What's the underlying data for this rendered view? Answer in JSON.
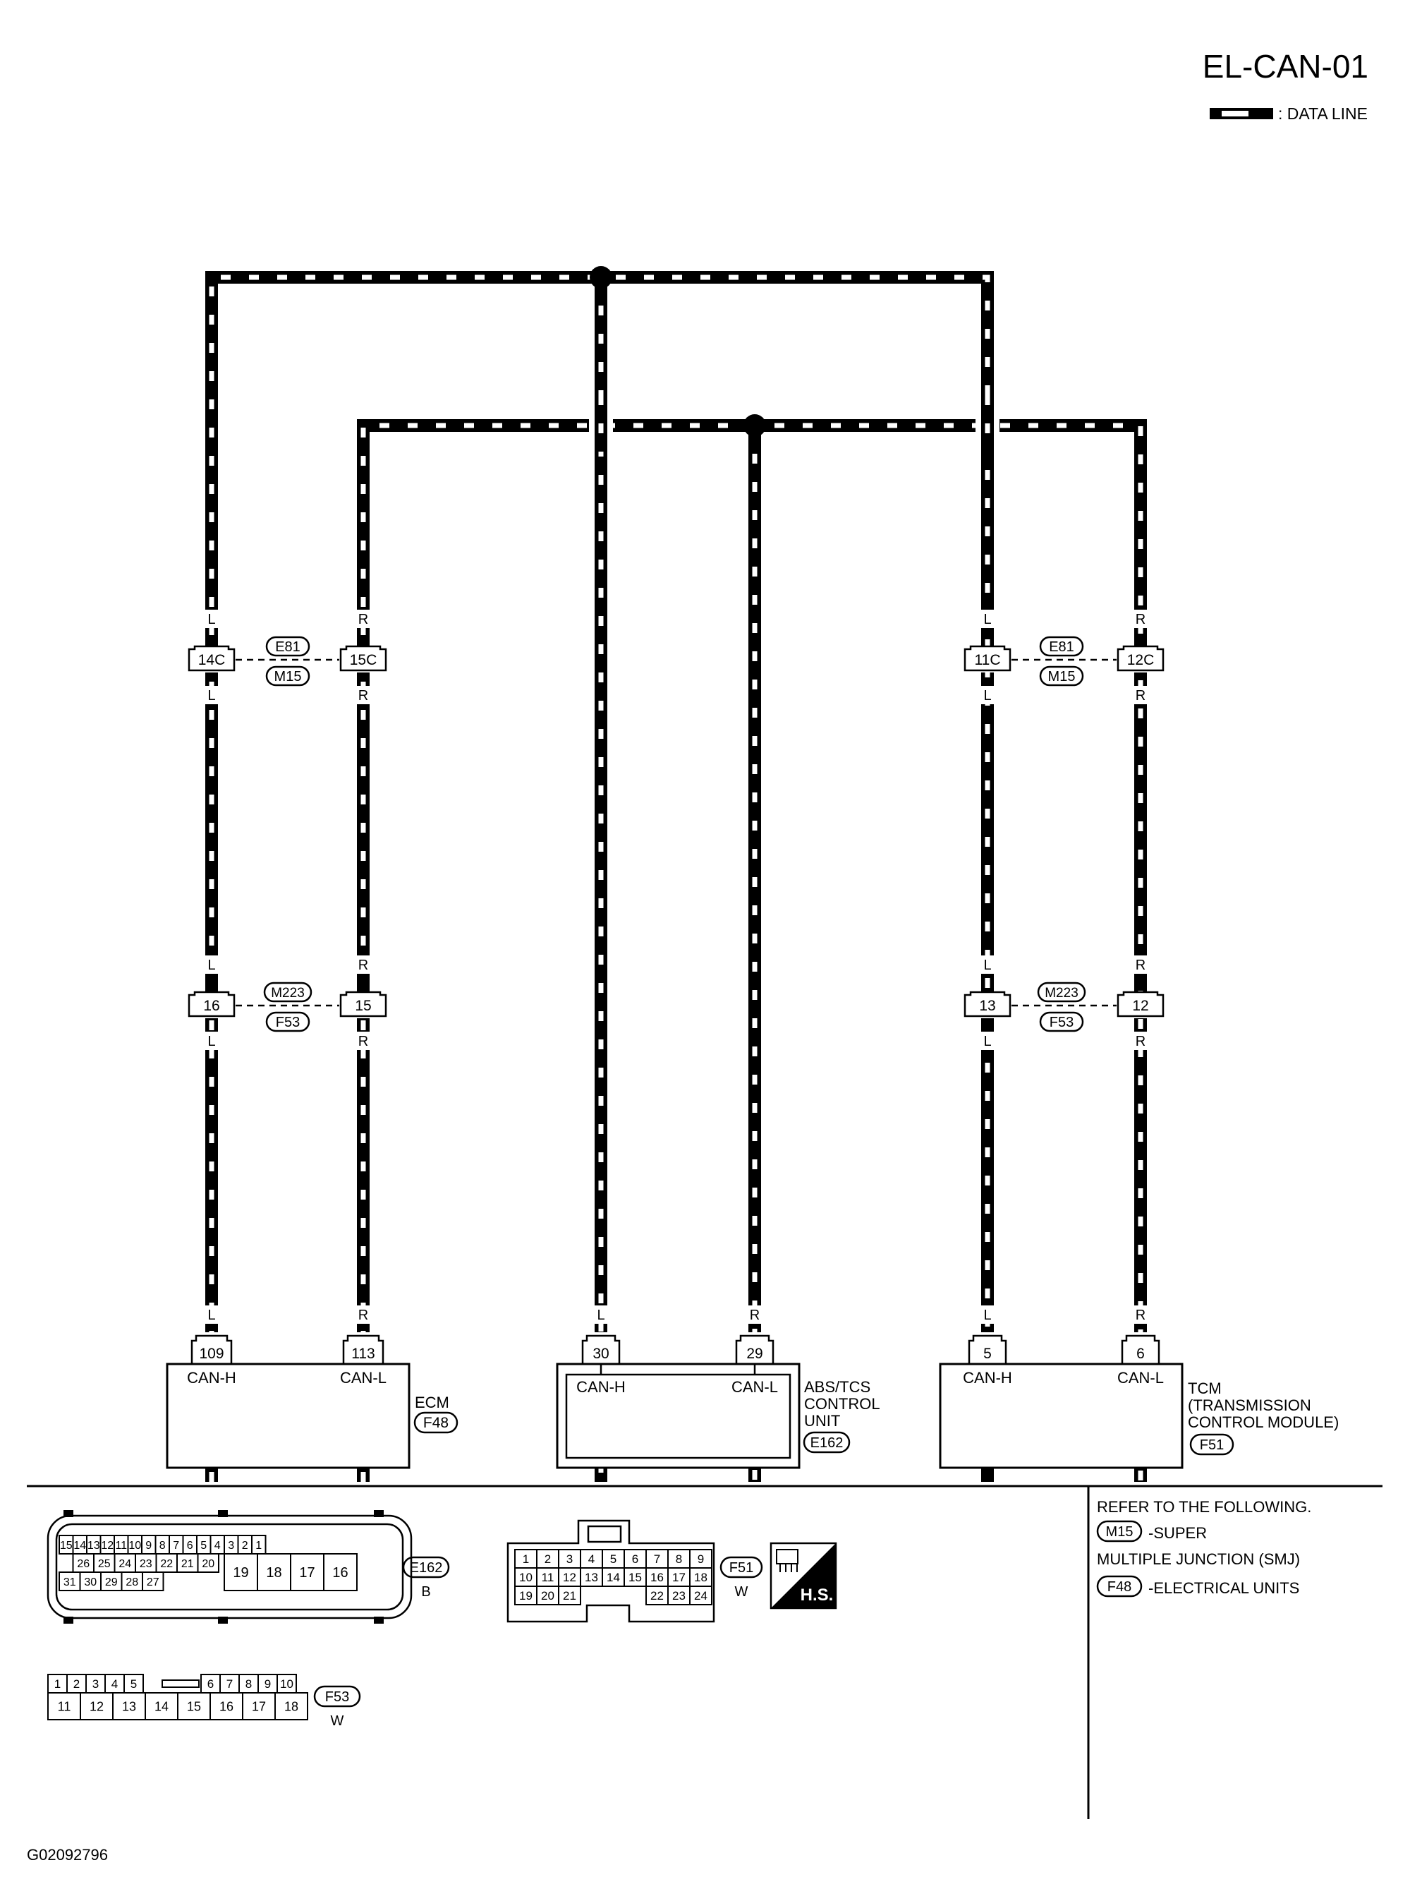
{
  "diagram_id": "EL-CAN-01",
  "legend": {
    "data_line": ": DATA LINE"
  },
  "figure_code": "G02092796",
  "wire_colors": {
    "left": "L",
    "right": "R"
  },
  "joint_connectors": [
    {
      "pins": [
        "14C",
        "15C",
        "11C",
        "12C"
      ],
      "code_top": "E81",
      "code_bottom": "M15"
    },
    {
      "pins": [
        "16",
        "15",
        "13",
        "12"
      ],
      "code_top": "M223",
      "code_bottom": "F53"
    }
  ],
  "units": [
    {
      "pin_h": "109",
      "pin_l": "113",
      "label_h": "CAN-H",
      "label_l": "CAN-L",
      "name_lines": [
        "ECM"
      ],
      "connector": "F48"
    },
    {
      "pin_h": "30",
      "pin_l": "29",
      "label_h": "CAN-H",
      "label_l": "CAN-L",
      "name_lines": [
        "ABS/TCS",
        "CONTROL",
        "UNIT"
      ],
      "connector": "E162"
    },
    {
      "pin_h": "5",
      "pin_l": "6",
      "label_h": "CAN-H",
      "label_l": "CAN-L",
      "name_lines": [
        "TCM",
        "(TRANSMISSION",
        "CONTROL MODULE)"
      ],
      "connector": "F51"
    }
  ],
  "connector_views": {
    "e162": {
      "code": "E162",
      "color": "B",
      "row1": [
        "15",
        "14",
        "13",
        "12",
        "11",
        "10",
        "9",
        "8",
        "7",
        "6",
        "5",
        "4",
        "3",
        "2",
        "1"
      ],
      "row2": [
        "26",
        "25",
        "24",
        "23",
        "22",
        "21",
        "20"
      ],
      "row3": [
        "31",
        "30",
        "29",
        "28",
        "27"
      ],
      "big": [
        "19",
        "18",
        "17",
        "16"
      ]
    },
    "f51": {
      "code": "F51",
      "color": "W",
      "hs_label": "H.S.",
      "row1": [
        "1",
        "2",
        "3",
        "4",
        "5",
        "6",
        "7",
        "8",
        "9"
      ],
      "row2": [
        "10",
        "11",
        "12",
        "13",
        "14",
        "15",
        "16",
        "17",
        "18"
      ],
      "row3a": [
        "19",
        "20",
        "21"
      ],
      "row3b": [
        "22",
        "23",
        "24"
      ]
    },
    "f53": {
      "code": "F53",
      "color": "W",
      "row1a": [
        "1",
        "2",
        "3",
        "4",
        "5"
      ],
      "row1b": [
        "6",
        "7",
        "8",
        "9",
        "10"
      ],
      "row2": [
        "11",
        "12",
        "13",
        "14",
        "15",
        "16",
        "17",
        "18"
      ]
    }
  },
  "reference": {
    "title": "REFER TO THE FOLLOWING.",
    "items": [
      {
        "code": "M15",
        "text": "-SUPER"
      },
      {
        "code": "",
        "text": "MULTIPLE JUNCTION (SMJ)"
      },
      {
        "code": "F48",
        "text": "-ELECTRICAL UNITS"
      }
    ]
  }
}
